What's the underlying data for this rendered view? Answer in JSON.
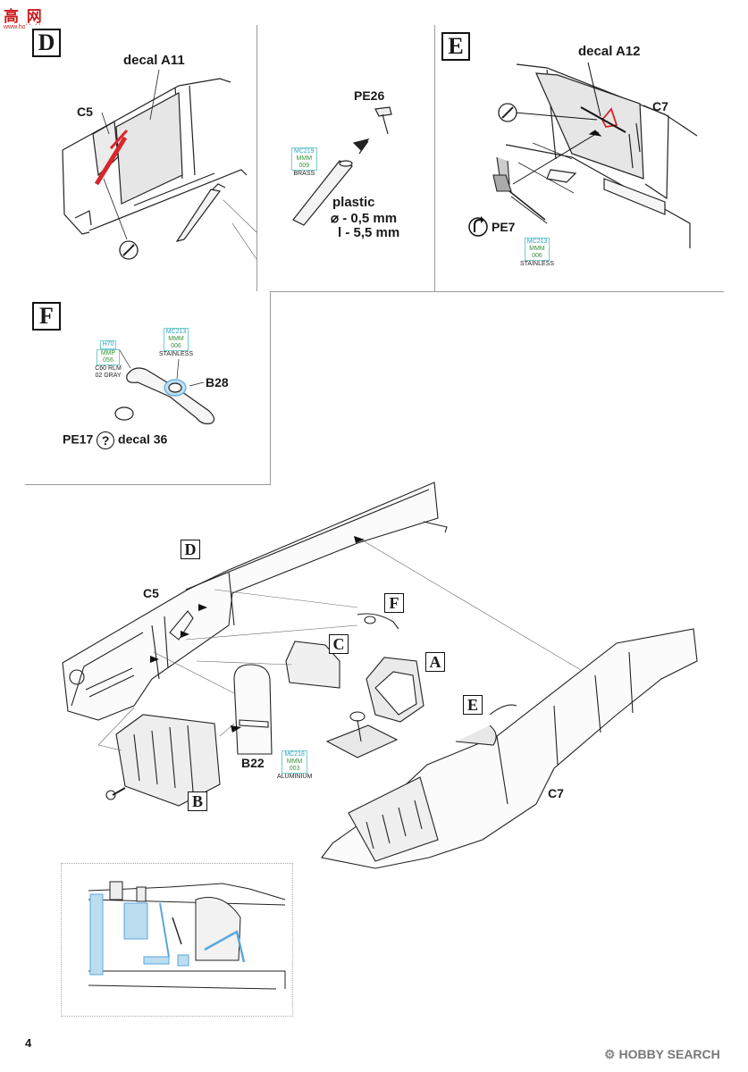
{
  "watermark_top": {
    "site_glyphs": "高 网",
    "site_url": "www.hobbyhk.com"
  },
  "steps": {
    "d": {
      "letter": "D",
      "decal": "decal A11",
      "part_c5": "C5",
      "pe": "PE26",
      "paint": {
        "h": "MC219",
        "m": "MMM 009",
        "k": "BRASS"
      },
      "plastic_title": "plastic",
      "plastic_dia": "⌀  - 0,5 mm",
      "plastic_len": "l - 5,5 mm"
    },
    "e": {
      "letter": "E",
      "decal": "decal A12",
      "part_c7": "C7",
      "pe": "PE7",
      "paint": {
        "h": "MC213",
        "m": "MMM 006",
        "k": "STAINLESS"
      }
    },
    "f": {
      "letter": "F",
      "part_b28": "B28",
      "pe17": "PE17",
      "decal36": "decal 36",
      "paint1": {
        "h": "H70",
        "m": "MMP 056",
        "k": "C60 RLM 02 GRAY"
      },
      "paint2": {
        "h": "MC213",
        "m": "MMM 006",
        "k": "STAINLESS"
      }
    }
  },
  "assembly": {
    "c5": "C5",
    "c7": "C7",
    "b22": "B22",
    "b22_paint": {
      "h": "MC218",
      "m": "MMM 003",
      "k": "ALUMINIUM"
    },
    "callouts": {
      "a": "A",
      "b": "B",
      "c": "C",
      "d": "D",
      "e": "E",
      "f": "F"
    }
  },
  "footer": {
    "page_number": "4",
    "watermark_logo": "HOBBY SEARCH"
  },
  "colors": {
    "detail_blue": "#5aa7dc",
    "gray_fill": "#e3e3e3",
    "decal_red": "#d8262c"
  }
}
